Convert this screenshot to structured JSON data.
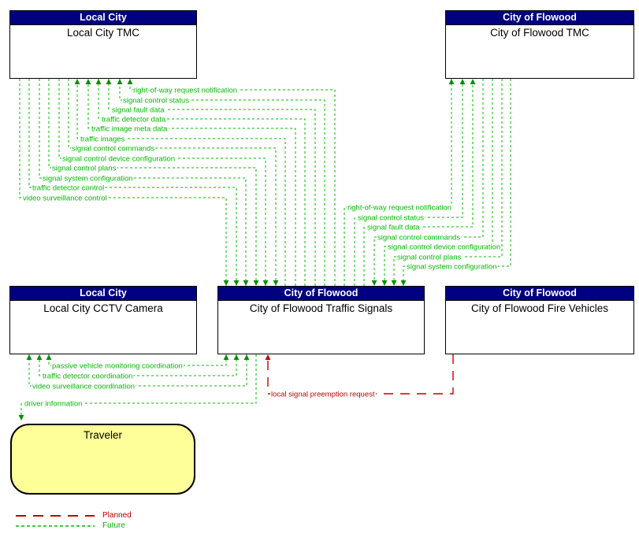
{
  "colors": {
    "future": "#00BB00",
    "future_arrow": "#008F00",
    "planned": "#C00000",
    "header_bg": "#000080",
    "header_text": "#FFFFFF",
    "terminator_bg": "#FFFF99"
  },
  "boxes": [
    {
      "owner": "Local City",
      "name": "Local City TMC"
    },
    {
      "owner": "City of Flowood",
      "name": "City of Flowood TMC"
    },
    {
      "owner": "Local City",
      "name": "Local City CCTV Camera"
    },
    {
      "owner": "City of Flowood",
      "name": "City of Flowood Traffic Signals"
    },
    {
      "owner": "City of Flowood",
      "name": "City of Flowood Fire Vehicles"
    }
  ],
  "terminator": {
    "name": "Traveler"
  },
  "flows": [
    {
      "label": "right-of-way request notification",
      "status": "future",
      "arrows": "end",
      "points": [
        [
          425,
          363
        ],
        [
          425,
          114
        ],
        [
          165,
          114
        ],
        [
          165,
          100
        ]
      ],
      "label_at": [
        169,
        114
      ]
    },
    {
      "label": "signal control status",
      "status": "future",
      "arrows": "end",
      "points": [
        [
          412,
          363
        ],
        [
          412,
          127
        ],
        [
          152,
          127
        ],
        [
          152,
          100
        ]
      ],
      "label_at": [
        156,
        127
      ]
    },
    {
      "label": "signal fault data",
      "status": "future",
      "arrows": "end",
      "points": [
        [
          400,
          363
        ],
        [
          400,
          139
        ],
        [
          138,
          139
        ],
        [
          138,
          100
        ]
      ],
      "label_at": [
        142,
        139
      ]
    },
    {
      "label": "traffic detector data",
      "status": "future",
      "arrows": "end",
      "points": [
        [
          387,
          363
        ],
        [
          387,
          151
        ],
        [
          125,
          151
        ],
        [
          125,
          100
        ]
      ],
      "label_at": [
        129,
        151
      ]
    },
    {
      "label": "traffic image meta data",
      "status": "future",
      "arrows": "end",
      "points": [
        [
          375,
          363
        ],
        [
          375,
          163
        ],
        [
          112,
          163
        ],
        [
          112,
          100
        ]
      ],
      "label_at": [
        116,
        163
      ]
    },
    {
      "label": "traffic images",
      "status": "future",
      "arrows": "end",
      "points": [
        [
          362,
          363
        ],
        [
          362,
          176
        ],
        [
          98,
          176
        ],
        [
          98,
          100
        ]
      ],
      "label_at": [
        102,
        176
      ]
    },
    {
      "label": "signal control commands",
      "status": "future",
      "arrows": "end",
      "points": [
        [
          87,
          100
        ],
        [
          87,
          188
        ],
        [
          350,
          188
        ],
        [
          350,
          363
        ]
      ],
      "label_at": [
        91,
        188
      ]
    },
    {
      "label": "signal control device configuration",
      "status": "future",
      "arrows": "end",
      "points": [
        [
          75,
          100
        ],
        [
          75,
          201
        ],
        [
          337,
          201
        ],
        [
          337,
          363
        ]
      ],
      "label_at": [
        79,
        201
      ]
    },
    {
      "label": "signal control plans",
      "status": "future",
      "arrows": "end",
      "points": [
        [
          62,
          100
        ],
        [
          62,
          213
        ],
        [
          325,
          213
        ],
        [
          325,
          363
        ]
      ],
      "label_at": [
        66,
        213
      ]
    },
    {
      "label": "signal system configuration",
      "status": "future",
      "arrows": "end",
      "points": [
        [
          50,
          100
        ],
        [
          50,
          226
        ],
        [
          312,
          226
        ],
        [
          312,
          363
        ]
      ],
      "label_at": [
        54,
        226
      ]
    },
    {
      "label": "traffic detector control",
      "status": "future",
      "arrows": "end",
      "points": [
        [
          37,
          100
        ],
        [
          37,
          238
        ],
        [
          300,
          238
        ],
        [
          300,
          363
        ]
      ],
      "label_at": [
        41,
        238
      ]
    },
    {
      "label": "video surveillance control",
      "status": "future",
      "arrows": "end",
      "points": [
        [
          25,
          100
        ],
        [
          25,
          251
        ],
        [
          287,
          251
        ],
        [
          287,
          363
        ]
      ],
      "label_at": [
        29,
        251
      ]
    },
    {
      "label": "right-of-way request notification",
      "status": "future",
      "arrows": "end",
      "points": [
        [
          437,
          363
        ],
        [
          437,
          263
        ],
        [
          573,
          263
        ],
        [
          573,
          100
        ]
      ],
      "label_at": [
        441,
        263
      ]
    },
    {
      "label": "signal control status",
      "status": "future",
      "arrows": "end",
      "points": [
        [
          450,
          363
        ],
        [
          450,
          276
        ],
        [
          587,
          276
        ],
        [
          587,
          100
        ]
      ],
      "label_at": [
        454,
        276
      ]
    },
    {
      "label": "signal fault data",
      "status": "future",
      "arrows": "end",
      "points": [
        [
          462,
          363
        ],
        [
          462,
          288
        ],
        [
          600,
          288
        ],
        [
          600,
          100
        ]
      ],
      "label_at": [
        466,
        288
      ]
    },
    {
      "label": "signal control commands",
      "status": "future",
      "arrows": "end",
      "points": [
        [
          613,
          100
        ],
        [
          613,
          301
        ],
        [
          475,
          301
        ],
        [
          475,
          363
        ]
      ],
      "label_at": [
        479,
        301
      ]
    },
    {
      "label": "signal control device configuration",
      "status": "future",
      "arrows": "end",
      "points": [
        [
          625,
          100
        ],
        [
          625,
          313
        ],
        [
          488,
          313
        ],
        [
          488,
          363
        ]
      ],
      "label_at": [
        492,
        313
      ]
    },
    {
      "label": "signal control plans",
      "status": "future",
      "arrows": "end",
      "points": [
        [
          637,
          100
        ],
        [
          637,
          326
        ],
        [
          500,
          326
        ],
        [
          500,
          363
        ]
      ],
      "label_at": [
        504,
        326
      ]
    },
    {
      "label": "signal system configuration",
      "status": "future",
      "arrows": "end",
      "points": [
        [
          648,
          100
        ],
        [
          648,
          338
        ],
        [
          512,
          338
        ],
        [
          512,
          363
        ]
      ],
      "label_at": [
        516,
        338
      ]
    },
    {
      "label": "passive vehicle monitoring coordination",
      "status": "future",
      "arrows": "both",
      "points": [
        [
          287,
          450
        ],
        [
          287,
          464
        ],
        [
          62,
          464
        ],
        [
          62,
          450
        ]
      ],
      "label_at": [
        66,
        464
      ]
    },
    {
      "label": "traffic detector coordination",
      "status": "future",
      "arrows": "both",
      "points": [
        [
          300,
          450
        ],
        [
          300,
          477
        ],
        [
          50,
          477
        ],
        [
          50,
          450
        ]
      ],
      "label_at": [
        54,
        477
      ]
    },
    {
      "label": "video surveillance coordination",
      "status": "future",
      "arrows": "both",
      "points": [
        [
          313,
          450
        ],
        [
          313,
          490
        ],
        [
          37,
          490
        ],
        [
          37,
          450
        ]
      ],
      "label_at": [
        41,
        490
      ]
    },
    {
      "label": "driver information",
      "status": "future",
      "arrows": "end",
      "points": [
        [
          325,
          450
        ],
        [
          325,
          512
        ],
        [
          27,
          512
        ],
        [
          27,
          534
        ]
      ],
      "label_at": [
        31,
        512
      ]
    },
    {
      "label": "local signal preemption request",
      "status": "planned",
      "arrows": "end",
      "points": [
        [
          575,
          450
        ],
        [
          575,
          500
        ],
        [
          340,
          500
        ],
        [
          340,
          450
        ]
      ],
      "label_at": [
        344,
        500
      ]
    }
  ],
  "legend": {
    "items": [
      {
        "label": "Planned",
        "status": "planned"
      },
      {
        "label": "Future",
        "status": "future"
      }
    ]
  }
}
